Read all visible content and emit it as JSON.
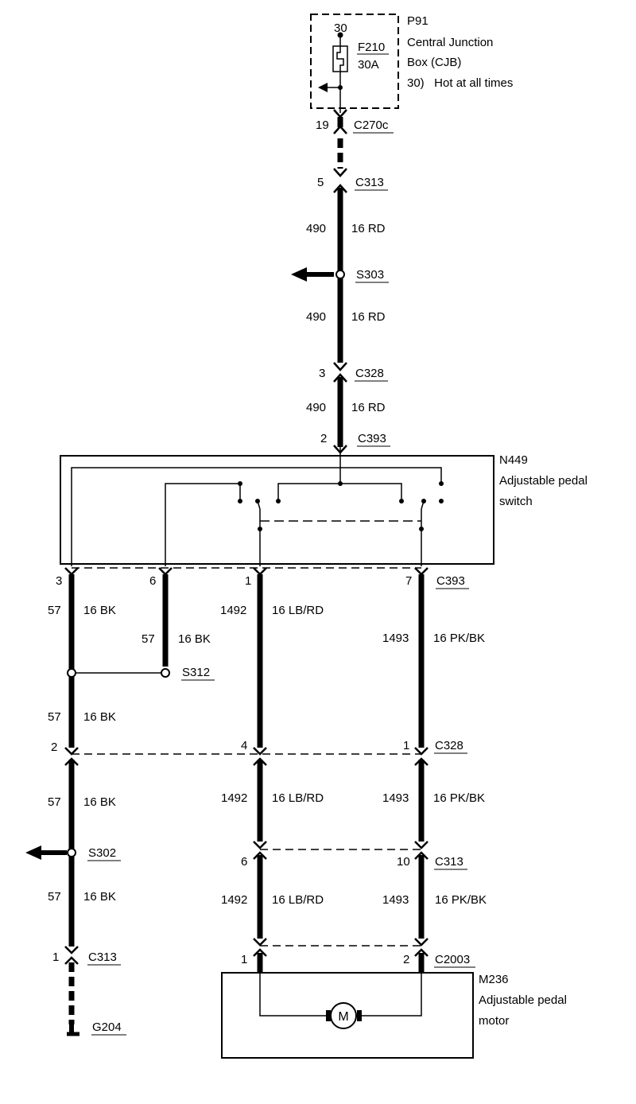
{
  "cjb": {
    "id": "P91",
    "name_line1": "Central Junction",
    "name_line2": "Box (CJB)",
    "note": "30)   Hot at all times",
    "fuse_pin": "30",
    "fuse_id": "F210",
    "fuse_rating": "30A"
  },
  "top_connectors": {
    "c270c": {
      "pin": "19",
      "label": "C270c"
    },
    "c313": {
      "pin": "5",
      "label": "C313"
    },
    "c328": {
      "pin": "3",
      "label": "C328"
    },
    "c393": {
      "pin": "2",
      "label": "C393"
    }
  },
  "splices": {
    "s303": "S303",
    "s312": "S312",
    "s302": "S302"
  },
  "wires": {
    "rd_circuit": "490",
    "rd_spec": "16 RD",
    "bk_circuit": "57",
    "bk_spec": "16 BK",
    "lbrd_circuit": "1492",
    "lbrd_spec": "16 LB/RD",
    "pkbk_circuit": "1493",
    "pkbk_spec": "16 PK/BK"
  },
  "switch": {
    "id": "N449",
    "name_line1": "Adjustable pedal",
    "name_line2": "switch"
  },
  "switch_connector": {
    "label": "C393",
    "pin_a": "3",
    "pin_b": "6",
    "pin_c": "1",
    "pin_d": "7"
  },
  "c328_lower": {
    "label": "C328",
    "pin_a": "2",
    "pin_b": "4",
    "pin_c": "1"
  },
  "c313_lower": {
    "label": "C313",
    "pin_b": "6",
    "pin_c": "10"
  },
  "c313_ground": {
    "pin": "1",
    "label": "C313"
  },
  "ground": "G204",
  "motor_connector": {
    "label": "C2003",
    "pin_1": "1",
    "pin_2": "2"
  },
  "motor": {
    "id": "M236",
    "name_line1": "Adjustable pedal",
    "name_line2": "motor",
    "symbol": "M"
  }
}
